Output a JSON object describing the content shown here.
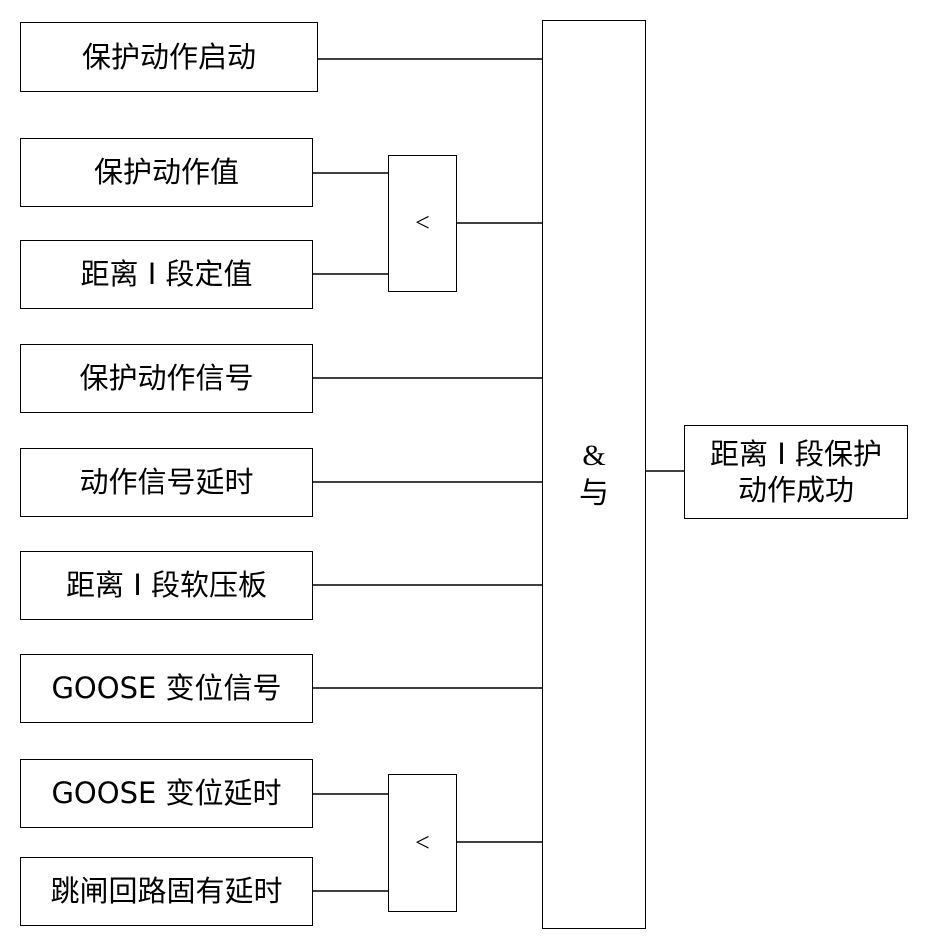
{
  "inputs": {
    "protection_start": "保护动作启动",
    "protection_value": "保护动作值",
    "zone1_setting": "距离 I 段定值",
    "protection_signal": "保护动作信号",
    "signal_delay": "动作信号延时",
    "zone1_soft_plate": "距离 I 段软压板",
    "goose_signal": "GOOSE 变位信号",
    "goose_delay": "GOOSE 变位延时",
    "trip_loop_delay": "跳闸回路固有延时"
  },
  "comparators": {
    "top_symbol": "<",
    "bottom_symbol": "<"
  },
  "and_gate": {
    "symbol": "&",
    "label": "与"
  },
  "output": {
    "line1": "距离 I 段保护",
    "line2": "动作成功"
  }
}
